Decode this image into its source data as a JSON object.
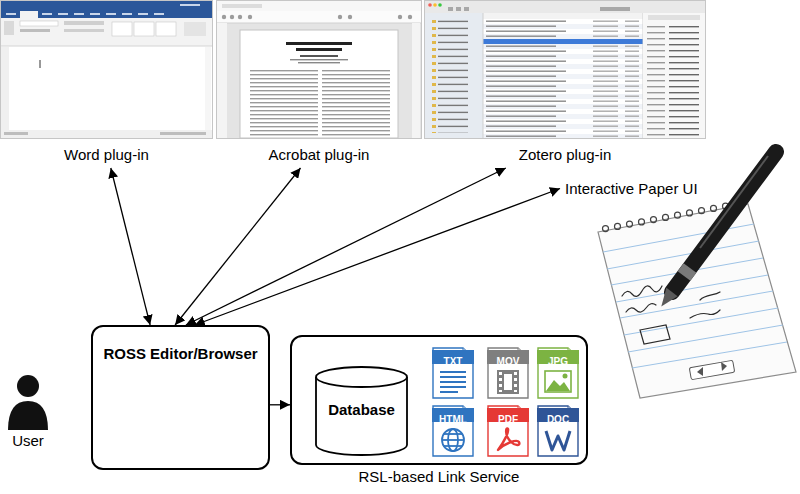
{
  "diagram": {
    "nodes": [
      {
        "text": [
          "Word plug-in"
        ]
      },
      {
        "text": [
          "Acrobat plug-in"
        ]
      },
      {
        "text": [
          "Zotero plug-in"
        ]
      },
      {
        "text": [
          "Interactive Paper UI"
        ]
      },
      {
        "text": [
          "User"
        ]
      },
      {
        "text": [
          "ROSS Editor/Browser"
        ]
      },
      {
        "text": [
          "RSL-based Link Service"
        ]
      },
      {
        "text": [
          "Database"
        ],
        "in": 6
      },
      {
        "text": [
          "TXT"
        ],
        "in": 6
      },
      {
        "text": [
          "MOV"
        ],
        "in": 6
      },
      {
        "text": [
          "JPG"
        ],
        "in": 6
      },
      {
        "text": [
          "HTML"
        ],
        "in": 6
      },
      {
        "text": [
          "PDF"
        ],
        "in": 6
      },
      {
        "text": [
          "DOC"
        ],
        "in": 6
      }
    ],
    "edges": [
      {
        "from": 5,
        "to": 0,
        "arrow": "both"
      },
      {
        "from": 5,
        "to": 1,
        "arrow": "both"
      },
      {
        "from": 5,
        "to": 2,
        "arrow": "both"
      },
      {
        "from": 5,
        "to": 3,
        "arrow": "both"
      },
      {
        "from": 5,
        "to": 6,
        "arrow": "to"
      }
    ]
  }
}
